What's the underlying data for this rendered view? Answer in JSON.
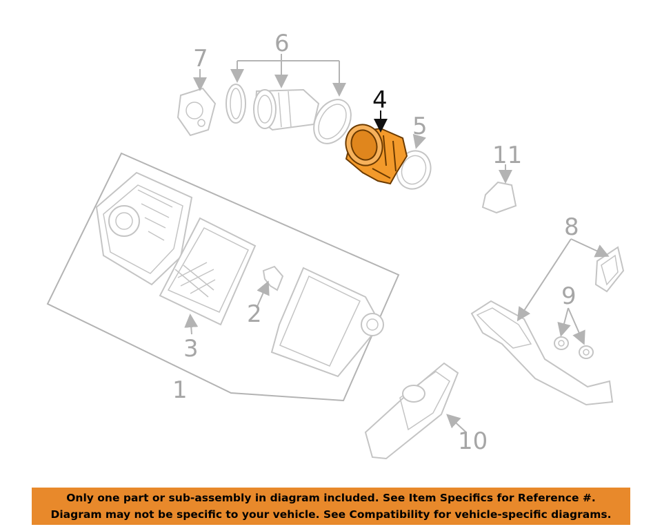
{
  "diagram": {
    "labels": [
      "1",
      "2",
      "3",
      "4",
      "5",
      "6",
      "7",
      "8",
      "9",
      "10",
      "11"
    ],
    "highlighted_part": "4",
    "highlight_color": "#f39a2b",
    "line_color": "#b3b3b3"
  },
  "notice": {
    "line1": "Only one part or sub-assembly in diagram included. See Item Specifics for Reference #.",
    "line2": "Diagram may not be specific to your vehicle. See Compatibility for vehicle-specific diagrams.",
    "background": "#e8892b"
  }
}
